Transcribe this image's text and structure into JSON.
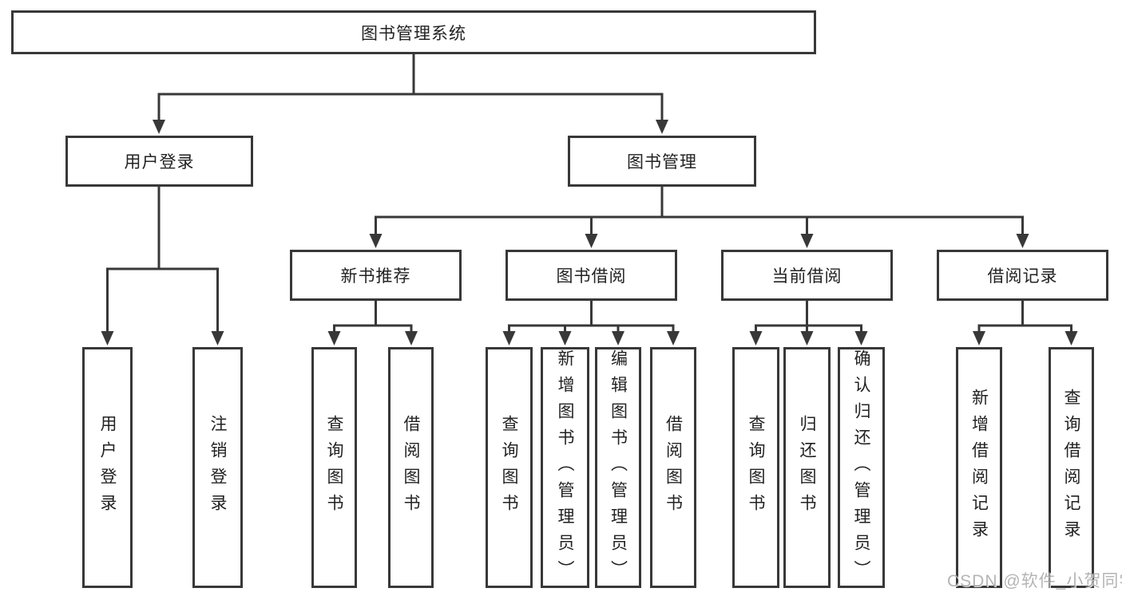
{
  "style": {
    "line_color": "#383838",
    "border_color": "#383838",
    "box_bg": "#ffffff",
    "text_color": "#222222",
    "watermark_color": "#a8a8a8"
  },
  "watermark": {
    "text": "CSDN @软件_小贺同学"
  },
  "diagram": {
    "root": {
      "label": "图书管理系统"
    },
    "branches": [
      {
        "label": "用户登录",
        "children": [
          {
            "label": "用户登录"
          },
          {
            "label": "注销登录"
          }
        ]
      },
      {
        "label": "图书管理",
        "children": [
          {
            "label": "新书推荐",
            "children": [
              {
                "label": "查询图书"
              },
              {
                "label": "借阅图书"
              }
            ]
          },
          {
            "label": "图书借阅",
            "children": [
              {
                "label": "查询图书"
              },
              {
                "label": "新增图书（管理员）"
              },
              {
                "label": "编辑图书（管理员）"
              },
              {
                "label": "借阅图书"
              }
            ]
          },
          {
            "label": "当前借阅",
            "children": [
              {
                "label": "查询图书"
              },
              {
                "label": "归还图书"
              },
              {
                "label": "确认归还（管理员）"
              }
            ]
          },
          {
            "label": "借阅记录",
            "children": [
              {
                "label": "新增借阅记录"
              },
              {
                "label": "查询借阅记录"
              }
            ]
          }
        ]
      }
    ]
  }
}
